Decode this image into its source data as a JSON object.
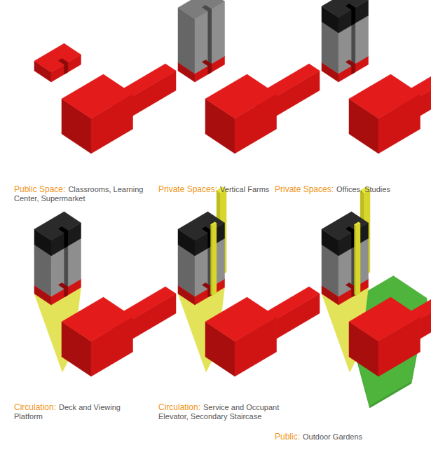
{
  "diagram": {
    "labels": [
      "Public Space:",
      "Classrooms, Learning Center, Supermarket",
      "Private Spaces:",
      "Vertical Farms",
      "Private Spaces:",
      "Offices, Studies",
      "Circulation:",
      "Deck and Viewing Platform",
      "Circulation:",
      "Service and Occupant Elevator, Secondary Staircase",
      "Public:",
      "Outdoor Gardens"
    ]
  }
}
